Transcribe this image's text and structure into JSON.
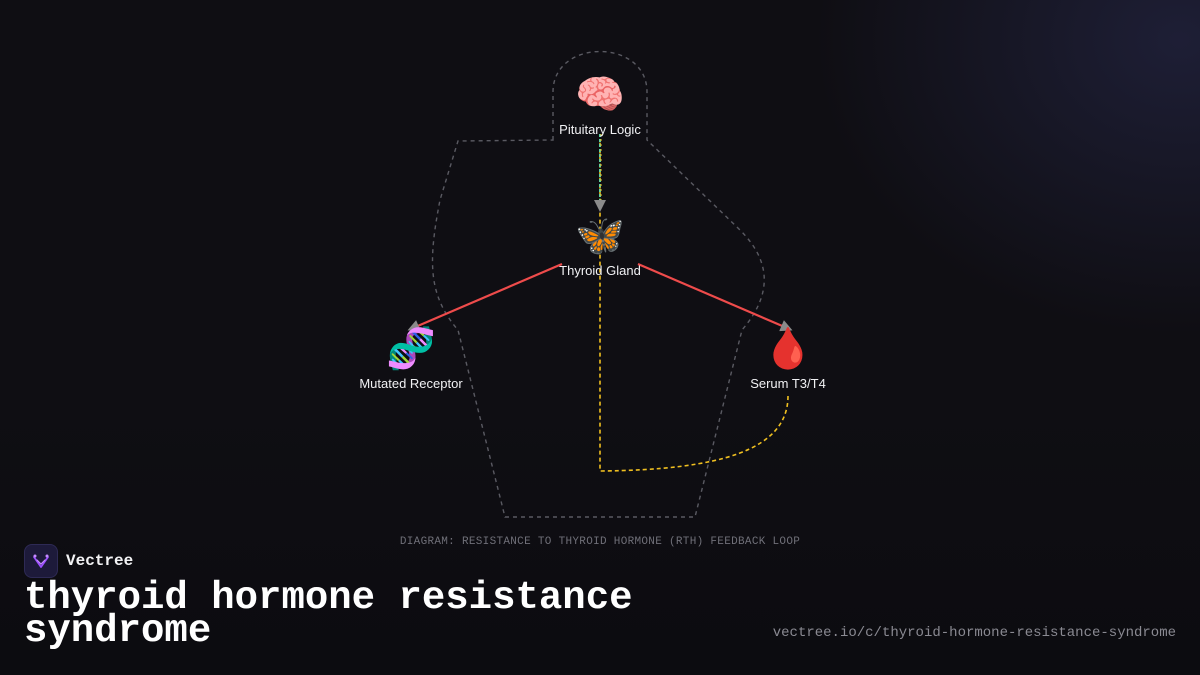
{
  "diagram": {
    "nodes": {
      "pituitary": {
        "label": "Pituitary Logic",
        "icon": "🧠",
        "icon_name": "brain-icon"
      },
      "thyroid": {
        "label": "Thyroid Gland",
        "icon": "🦋",
        "icon_name": "butterfly-icon"
      },
      "receptor": {
        "label": "Mutated Receptor",
        "icon": "🧬",
        "icon_name": "dna-icon"
      },
      "serum": {
        "label": "Serum T3/T4",
        "icon": "🩸",
        "icon_name": "blood-drop-icon"
      }
    },
    "edges": [
      {
        "from": "pituitary",
        "to": "thyroid",
        "style": "dashed",
        "color": "#5fd1a0"
      },
      {
        "from": "thyroid",
        "to": "receptor",
        "style": "solid",
        "color": "#ee4b4b"
      },
      {
        "from": "thyroid",
        "to": "serum",
        "style": "solid",
        "color": "#ee4b4b"
      },
      {
        "from": "serum",
        "to": "pituitary",
        "style": "dashed",
        "color": "#f0c020"
      }
    ],
    "caption": "DIAGRAM: RESISTANCE TO THYROID HORMONE (RTH) FEEDBACK LOOP"
  },
  "brand": {
    "name": "Vectree",
    "logo_icon": "vectree-logo-icon",
    "accent": "#9b4dff"
  },
  "page": {
    "title": "thyroid hormone resistance syndrome",
    "url": "vectree.io/c/thyroid-hormone-resistance-syndrome"
  }
}
